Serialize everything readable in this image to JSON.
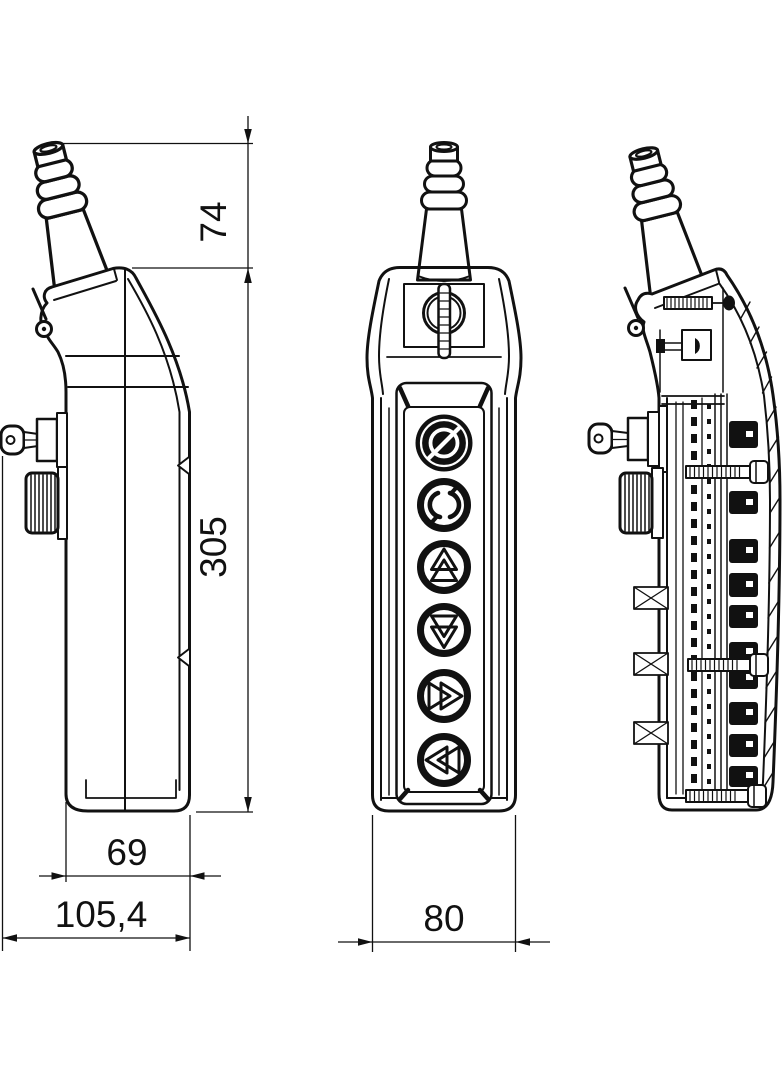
{
  "drawing": {
    "kind": "technical-dimension-drawing",
    "colors": {
      "line": "#111111",
      "background": "#ffffff"
    }
  },
  "dims": {
    "gland_height": "74",
    "body_height": "305",
    "body_depth": "69",
    "overall_depth": "105,4",
    "body_width": "80"
  },
  "buttons": [
    {
      "name": "emergency-stop-button",
      "symbol": "circle-slash"
    },
    {
      "name": "start-reset-button",
      "symbol": "circular-arrows"
    },
    {
      "name": "up-button",
      "symbol": "double-triangle-up"
    },
    {
      "name": "down-button",
      "symbol": "double-triangle-down"
    },
    {
      "name": "forward-button",
      "symbol": "double-triangle-right"
    },
    {
      "name": "reverse-button",
      "symbol": "double-triangle-left"
    }
  ]
}
